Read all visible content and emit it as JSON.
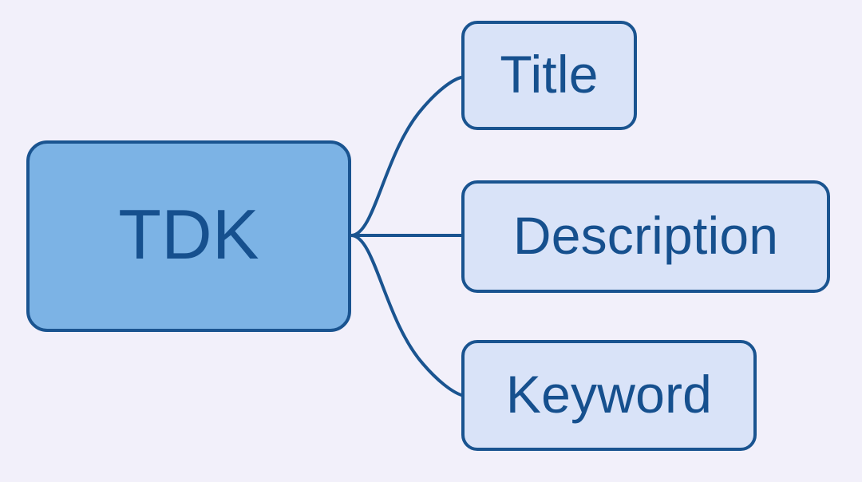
{
  "diagram": {
    "type": "mind-map",
    "title": "TDK",
    "background_color": "#f2f0fa",
    "root": {
      "label": "TDK",
      "fill_color": "#7cb3e5",
      "border_color": "#1a5490",
      "text_color": "#16508e"
    },
    "children": [
      {
        "label": "Title",
        "fill_color": "#d9e3f8",
        "border_color": "#1a5490",
        "text_color": "#16508e"
      },
      {
        "label": "Description",
        "fill_color": "#d9e3f8",
        "border_color": "#1a5490",
        "text_color": "#16508e"
      },
      {
        "label": "Keyword",
        "fill_color": "#d9e3f8",
        "border_color": "#1a5490",
        "text_color": "#16508e"
      }
    ],
    "connectors": {
      "stroke_color": "#1a5490",
      "stroke_width": 4,
      "count": 3
    }
  }
}
